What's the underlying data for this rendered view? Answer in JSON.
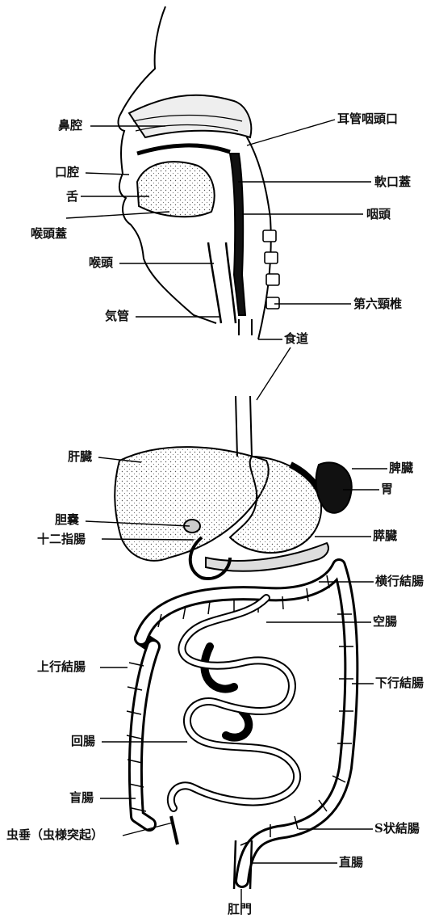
{
  "diagram": {
    "head_labels": {
      "nasal_cavity": "鼻腔",
      "oral_cavity": "口腔",
      "tongue": "舌",
      "epiglottis": "喉頭蓋",
      "larynx": "喉頭",
      "trachea": "気管",
      "eustachian_opening": "耳管咽頭口",
      "soft_palate": "軟口蓋",
      "pharynx": "咽頭",
      "sixth_cervical": "第六頸椎",
      "esophagus": "食道"
    },
    "abdomen_labels": {
      "liver": "肝臓",
      "gallbladder": "胆嚢",
      "duodenum": "十二指腸",
      "ascending_colon": "上行結腸",
      "ileum": "回腸",
      "cecum": "盲腸",
      "appendix": "虫垂（虫様突起）",
      "spleen": "脾臓",
      "stomach": "胃",
      "pancreas": "膵臓",
      "transverse_colon": "横行結腸",
      "jejunum": "空腸",
      "descending_colon": "下行結腸",
      "sigmoid_colon": "S状結腸",
      "rectum": "直腸",
      "anus": "肛門"
    }
  }
}
